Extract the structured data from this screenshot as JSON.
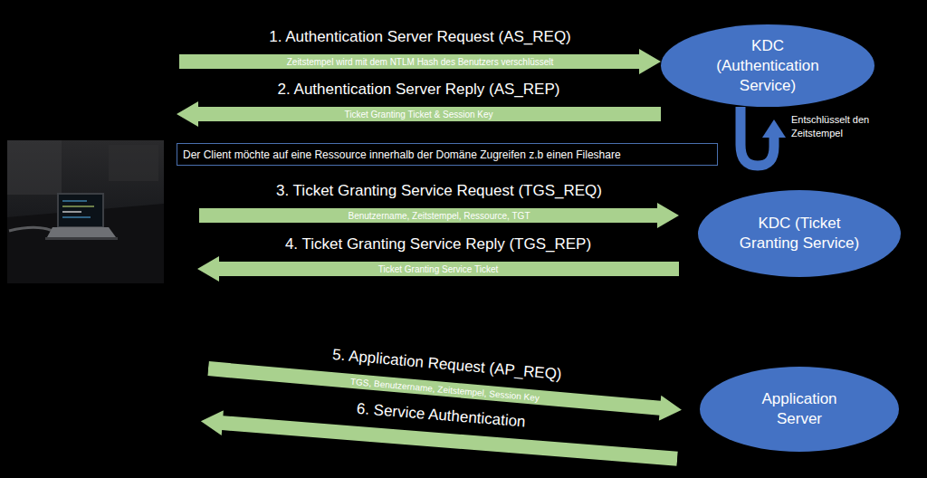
{
  "diagram": {
    "nodes": [
      {
        "text": [
          "1. Authentication Server Request (AS_REQ)",
          "Zeitstempel wird mit dem NTLM Hash des Benutzers verschlüsselt"
        ]
      },
      {
        "text": [
          "KDC (Authentication Service)"
        ]
      },
      {
        "text": [
          "2. Authentication Server Reply (AS_REP)",
          "Ticket Granting Ticket & Session Key"
        ]
      },
      {
        "text": [
          "Der Client möchte auf eine Ressource innerhalb der Domäne Zugreifen z.b einen Fileshare"
        ]
      },
      {
        "text": [
          "3. Ticket Granting Service Request (TGS_REQ)",
          "Benutzername, Zeitstempel, Ressource, TGT"
        ]
      },
      {
        "text": [
          "KDC (Ticket Granting Service)"
        ]
      },
      {
        "text": [
          "4. Ticket Granting Service Reply (TGS_REP)",
          "Ticket Granting Service Ticket"
        ]
      },
      {
        "text": [
          "5. Application Request (AP_REQ)",
          "TGS, Benutzername, Zeitstempel, Session Key"
        ]
      },
      {
        "text": [
          "Application Server"
        ]
      },
      {
        "text": [
          "6. Service Authentication"
        ]
      }
    ],
    "labels": [
      "Entschlüsselt den Zeitstempel"
    ]
  }
}
